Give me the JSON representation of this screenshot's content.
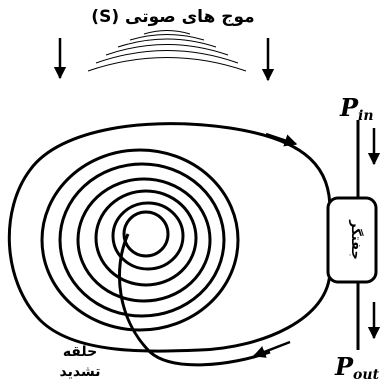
{
  "diagram": {
    "sound_wave_label": "موج های صوتی (S)",
    "coupler_label": "جفتگر",
    "loop_label_line1": "حلقه",
    "loop_label_line2": "تشدید",
    "input_label_main": "P",
    "input_label_sub": "in",
    "output_label_main": "P",
    "output_label_sub": "out"
  },
  "colors": {
    "stroke": "#000000",
    "background": "#ffffff"
  }
}
